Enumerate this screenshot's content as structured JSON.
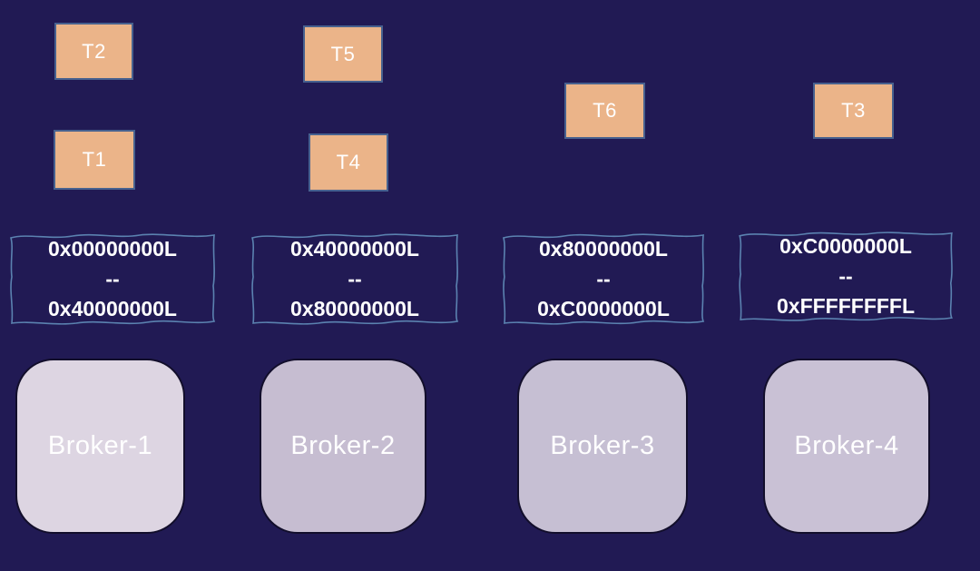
{
  "colors": {
    "background": "#211A54",
    "topic_fill": "#EBB489",
    "topic_border": "#47618F",
    "range_border": "#5B82B0",
    "broker_fill_light": "#DDD5E2",
    "broker_fill": "#C6BDD1",
    "broker_border": "#120E2B",
    "text": "#FFFFFF"
  },
  "columns": [
    {
      "broker": "Broker-1",
      "range": {
        "start": "0x00000000L",
        "separator": "--",
        "end": "0x40000000L"
      },
      "topics": {
        "upper": "T2",
        "lower": "T1"
      }
    },
    {
      "broker": "Broker-2",
      "range": {
        "start": "0x40000000L",
        "separator": "--",
        "end": "0x80000000L"
      },
      "topics": {
        "upper": "T5",
        "lower": "T4"
      }
    },
    {
      "broker": "Broker-3",
      "range": {
        "start": "0x80000000L",
        "separator": "--",
        "end": "0xC0000000L"
      },
      "topics": {
        "upper": "T6"
      }
    },
    {
      "broker": "Broker-4",
      "range": {
        "start": "0xC0000000L",
        "separator": "--",
        "end": "0xFFFFFFFFL"
      },
      "topics": {
        "upper": "T3"
      }
    }
  ]
}
